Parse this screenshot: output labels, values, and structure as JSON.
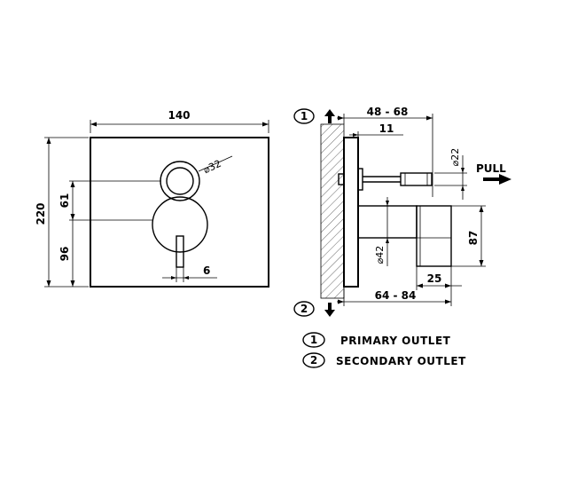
{
  "front_view": {
    "width": "140",
    "height": "220",
    "upper_offset": "61",
    "lower_offset": "96",
    "knob_diameter": "32",
    "lever_width": "6"
  },
  "side_view": {
    "depth_range": "48 - 68",
    "plate_offset": "11",
    "knob_diameter": "22",
    "pull_label": "PULL",
    "lever_diameter": "42",
    "body_height": "87",
    "body_width": "25",
    "bottom_range": "64 - 84",
    "marker_1": "1",
    "marker_2": "2"
  },
  "legend": {
    "items": [
      {
        "num": "1",
        "label": "PRIMARY OUTLET"
      },
      {
        "num": "2",
        "label": "SECONDARY OUTLET"
      }
    ]
  }
}
